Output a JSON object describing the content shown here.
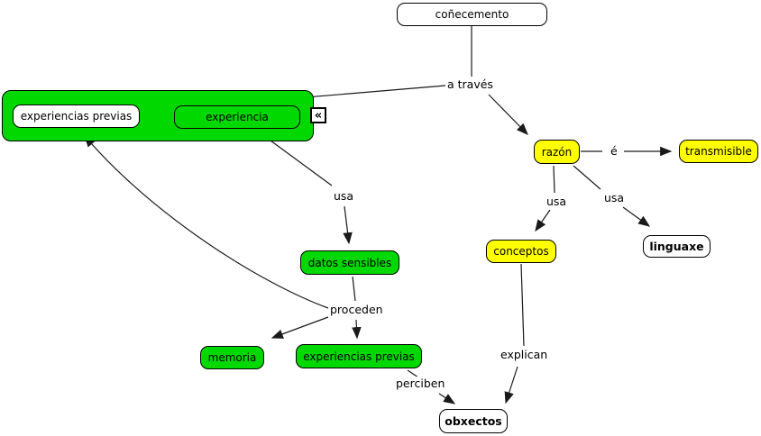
{
  "colors": {
    "node_green": "#00d800",
    "node_yellow": "#ffff00",
    "node_white": "#ffffff",
    "border": "#000000",
    "line": "#1a1a1a"
  },
  "nodes": {
    "conecemento": {
      "label": "coñecemento"
    },
    "experiencias_previas_top": {
      "label": "experiencias previas"
    },
    "experiencia": {
      "label": "experiencia"
    },
    "razon": {
      "label": "razón"
    },
    "transmisible": {
      "label": "transmisible"
    },
    "conceptos": {
      "label": "conceptos"
    },
    "linguaxe": {
      "label": "linguaxe"
    },
    "datos_sensibles": {
      "label": "datos sensibles"
    },
    "memoria": {
      "label": "memoria"
    },
    "experiencias_previas": {
      "label": "experiencias previas"
    },
    "obxectos": {
      "label": "obxectos"
    }
  },
  "link_labels": {
    "a_traves": "a través",
    "e": "é",
    "usa_conceptos": "usa",
    "usa_linguaxe": "usa",
    "usa_datos": "usa",
    "proceden": "proceden",
    "perciben": "perciben",
    "explican": "explican"
  },
  "icons": {
    "collapse_glyph": "«"
  }
}
